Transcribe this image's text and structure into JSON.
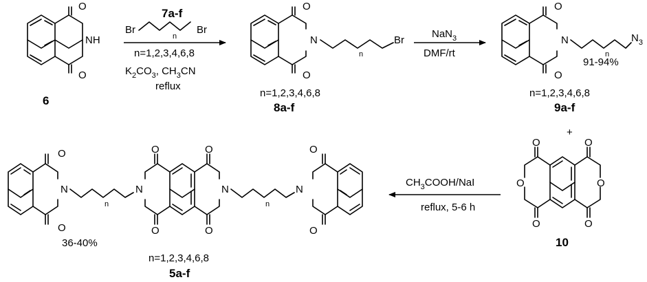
{
  "atoms": {
    "O": "O",
    "N": "N",
    "NH": "NH",
    "Br": "Br",
    "n": "n",
    "N3_base": "N",
    "N3_sub": "3"
  },
  "compounds": {
    "c6": {
      "label": "6"
    },
    "c8": {
      "label": "8a-f",
      "n_values": "n=1,2,3,4,6,8"
    },
    "c9": {
      "label": "9a-f",
      "n_values": "n=1,2,3,4,6,8",
      "yield": "91-94%"
    },
    "c10": {
      "label": "10"
    },
    "c5": {
      "label": "5a-f",
      "n_values": "n=1,2,3,4,6,8",
      "yield": "36-40%"
    }
  },
  "plus": "+",
  "steps": {
    "step1": {
      "reagent_label": "7a-f",
      "n_values": "n=1,2,3,4,6,8",
      "base_prefix": "K",
      "base_sub": "2",
      "base_mid": "CO",
      "base_sub2": "3",
      "base_suffix": ", CH",
      "base_sub3": "3",
      "base_end": "CN",
      "condition": "reflux"
    },
    "step2": {
      "reagent_base": "NaN",
      "reagent_sub": "3",
      "solvent": "DMF/rt"
    },
    "step3": {
      "reagent_prefix": "CH",
      "reagent_sub": "3",
      "reagent_suffix": "COOH/NaI",
      "condition": "reflux, 5-6 h"
    }
  }
}
